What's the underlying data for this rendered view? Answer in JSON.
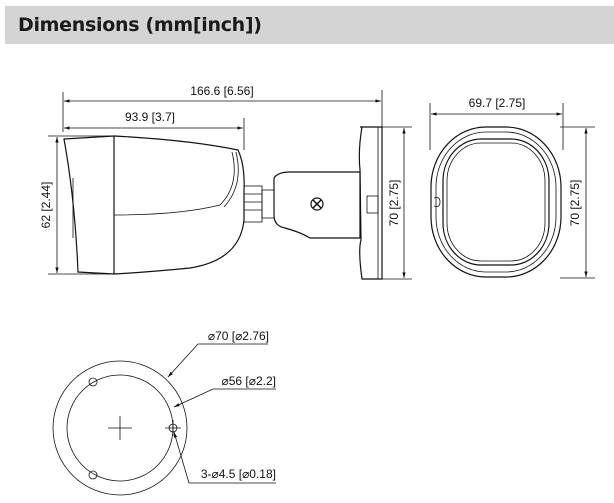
{
  "header": {
    "title": "Dimensions (mm[inch])"
  },
  "side_view": {
    "overall_length": "166.6 [6.56]",
    "body_length": "93.9 [3.7]",
    "body_height": "62 [2.44]",
    "mount_height": "70 [2.75]"
  },
  "front_view": {
    "width": "69.7 [2.75]",
    "height": "70 [2.75]"
  },
  "bottom_view": {
    "outer_diameter": "⌀70 [⌀2.76]",
    "hole_circle_diameter": "⌀56 [⌀2.2]",
    "holes": "3-⌀4.5 [⌀0.18]"
  }
}
